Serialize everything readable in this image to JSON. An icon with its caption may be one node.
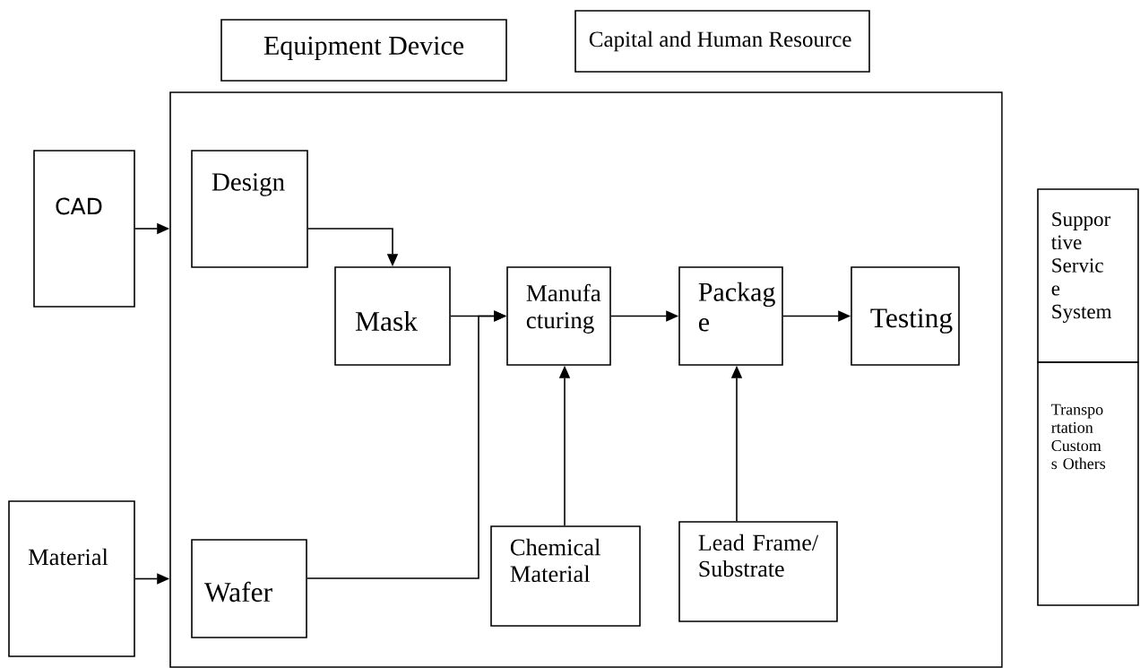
{
  "diagram": {
    "nodes": [
      {
        "text": [
          "Equipment Device"
        ]
      },
      {
        "text": [
          "Capital and Human Resource"
        ]
      },
      {
        "text": [],
        "shape": "box"
      },
      {
        "text": [
          "CAD"
        ]
      },
      {
        "text": [
          "Design"
        ],
        "in": 2
      },
      {
        "text": [
          "Mask"
        ],
        "in": 2
      },
      {
        "text": [
          "Manufa cturing"
        ],
        "in": 2
      },
      {
        "text": [
          "Packag e"
        ],
        "in": 2
      },
      {
        "text": [
          "Testing"
        ],
        "in": 2
      },
      {
        "text": [
          "Suppor tive Servic e System"
        ]
      },
      {
        "text": [
          "Transpo rtation Custom s Others"
        ]
      },
      {
        "text": [
          "Material"
        ]
      },
      {
        "text": [
          "Wafer"
        ],
        "in": 2
      },
      {
        "text": [
          "Chemical Material"
        ],
        "in": 2
      },
      {
        "text": [
          "Lead Frame/ Substrate"
        ],
        "in": 2
      }
    ],
    "edges": [
      {
        "from": 3,
        "to": 2,
        "arrow": "to"
      },
      {
        "from": 4,
        "to": 5,
        "arrow": "to"
      },
      {
        "from": 5,
        "to": 6,
        "arrow": "to"
      },
      {
        "from": 12,
        "to": 6,
        "arrow": "to"
      },
      {
        "from": 13,
        "to": 6,
        "arrow": "to"
      },
      {
        "from": 6,
        "to": 7,
        "arrow": "to"
      },
      {
        "from": 7,
        "to": 8,
        "arrow": "to"
      },
      {
        "from": 14,
        "to": 7,
        "arrow": "to"
      },
      {
        "from": 11,
        "to": 2,
        "arrow": "to"
      }
    ]
  }
}
